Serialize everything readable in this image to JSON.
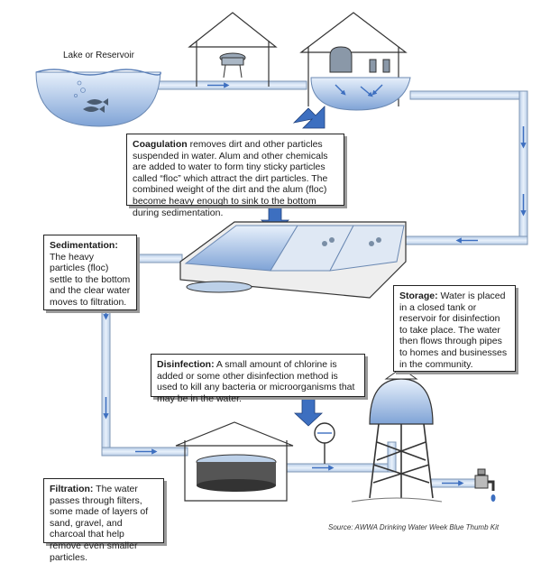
{
  "lake_label": "Lake or Reservoir",
  "coagulation": {
    "title": "Coagulation",
    "body": " removes dirt and other particles suspended in water. Alum and other chemicals are added to water to form tiny sticky particles called “floc” which attract the dirt particles. The combined weight of the dirt and the alum (floc) become heavy enough to sink to the bottom during sedimentation."
  },
  "sedimentation": {
    "title": "Sedimentation:",
    "body": " The heavy particles (floc) settle to the bottom and the clear water moves to filtration."
  },
  "storage": {
    "title": "Storage:",
    "body": " Water is placed in a closed tank or reservoir for disinfection to take place. The water then flows through pipes to homes and businesses in the community."
  },
  "disinfection": {
    "title": "Disinfection:",
    "body": " A small amount of chlorine is added or some other disinfection method is used to kill any bacteria or microorganisms that may be in the water."
  },
  "filtration": {
    "title": "Filtration:",
    "body": " The water passes through filters, some made of layers of sand, gravel, and charcoal that help remove even smaller particles."
  },
  "source": "Source: AWWA Drinking Water Week Blue Thumb Kit",
  "colors": {
    "pipe_fill": "#cfe0f4",
    "pipe_edge": "#7f97b5",
    "water_light": "#d7e7f8",
    "water_mid": "#8fb2dc",
    "water_dark": "#3f6fb4",
    "arrow_blue": "#3d6fc0",
    "structure_gray": "#e6e6e6"
  }
}
